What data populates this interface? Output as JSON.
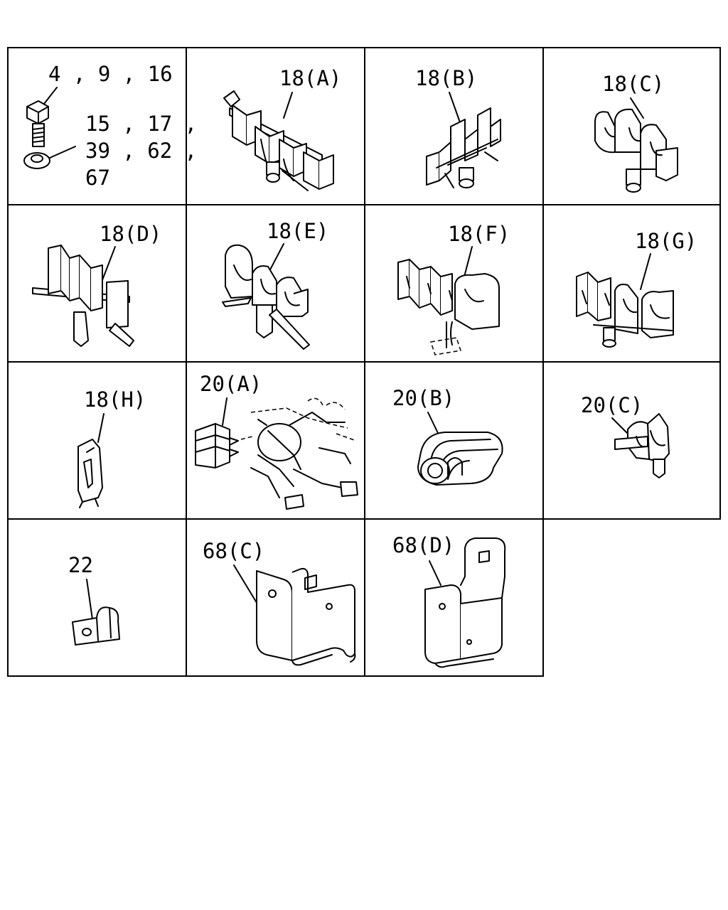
{
  "cells": [
    {
      "id": "c1",
      "lines": [
        "4 , 9 , 16",
        "15 , 17 ,",
        "39 , 62 ,",
        "67"
      ]
    },
    {
      "id": "c2",
      "label": "18(A)"
    },
    {
      "id": "c3",
      "label": "18(B)"
    },
    {
      "id": "c4",
      "label": "18(C)"
    },
    {
      "id": "c5",
      "label": "18(D)"
    },
    {
      "id": "c6",
      "label": "18(E)"
    },
    {
      "id": "c7",
      "label": "18(F)"
    },
    {
      "id": "c8",
      "label": "18(G)"
    },
    {
      "id": "c9",
      "label": "18(H)"
    },
    {
      "id": "c10",
      "label": "20(A)"
    },
    {
      "id": "c11",
      "label": "20(B)"
    },
    {
      "id": "c12",
      "label": "20(C)"
    },
    {
      "id": "c13",
      "label": "22"
    },
    {
      "id": "c14",
      "label": "68(C)"
    },
    {
      "id": "c15",
      "label": "68(D)"
    }
  ]
}
